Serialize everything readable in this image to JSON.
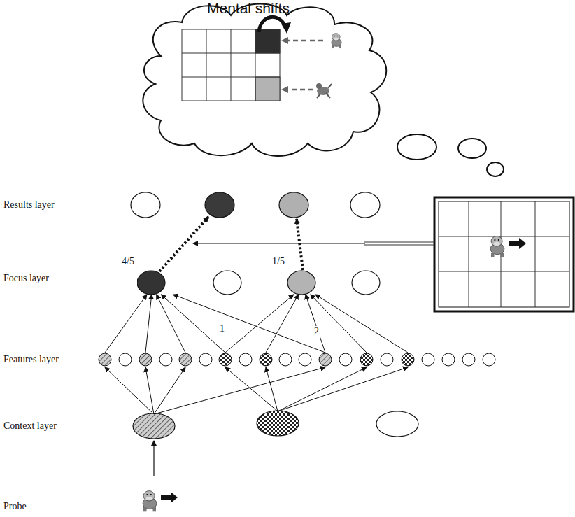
{
  "diagram": {
    "title": "Mental shifts",
    "nodes": [
      {
        "text": [
          "4/5"
        ]
      },
      {
        "text": [
          "1/5"
        ]
      }
    ],
    "labels": [
      "Results layer",
      "Focus layer",
      "Features layer",
      "Context layer",
      "Probe",
      "1",
      "2"
    ]
  }
}
